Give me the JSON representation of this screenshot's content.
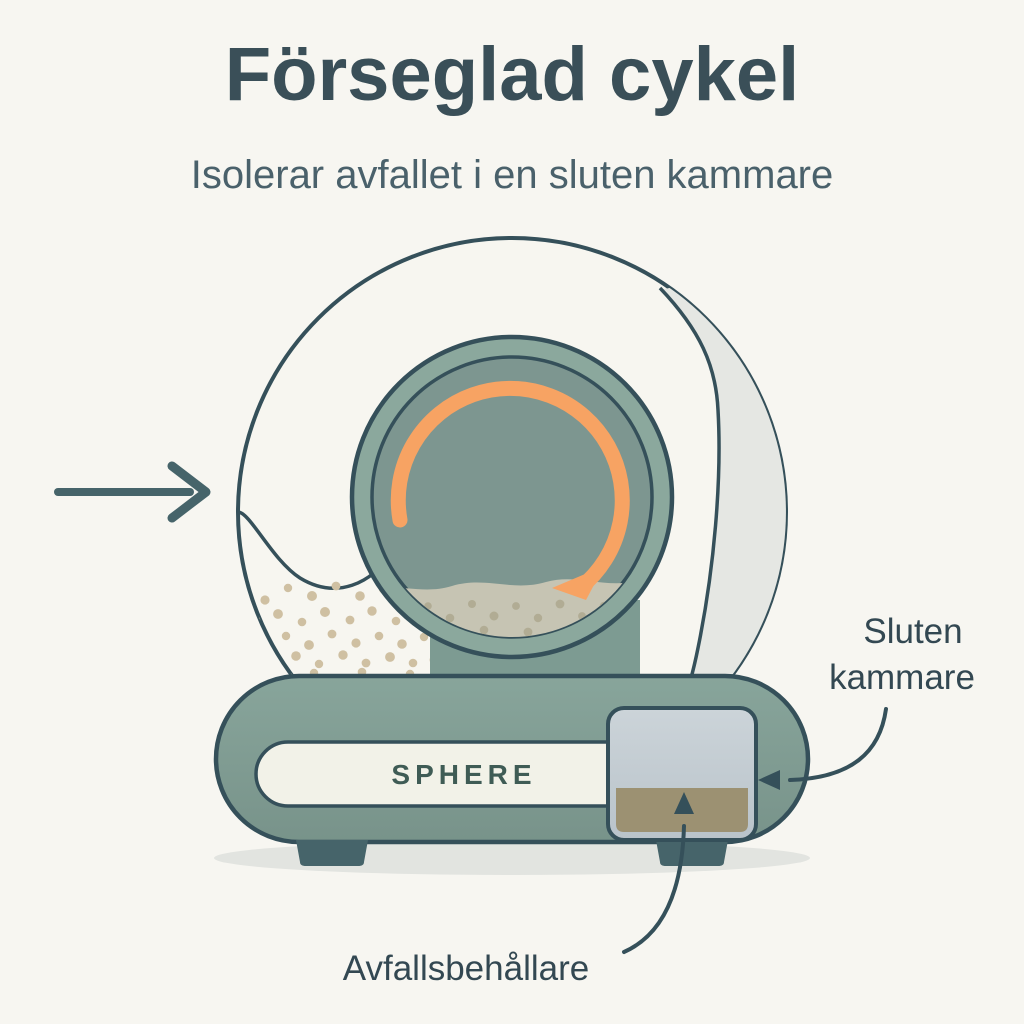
{
  "meta": {
    "background_color": "#f7f6f1",
    "ink_color": "#35505a",
    "accent_color": "#f7a363",
    "body_green": "#7d9b92",
    "drum_ring_green": "#8ba89d",
    "drum_inner_green": "#7d9690",
    "panel_cream": "#f2f2e8",
    "drawer_grey": "#c3ccd2",
    "waste_tan": "#9c9172",
    "litter_tan": "#cfc0a2",
    "shadow_grey": "#e2e4e0"
  },
  "header": {
    "title": "Förseglad cykel",
    "subtitle": "Isolerar avfallet i en sluten kammare"
  },
  "device": {
    "brand_label": "SPHERE",
    "parts": {
      "outer_shell": "outer-sphere-shell",
      "shaded_crescent": "sphere-shading-crescent",
      "drum_ring": "rotating-drum-ring",
      "drum_interior": "drum-interior",
      "waste_bed": "waste-bed",
      "litter_field": "litter-granules",
      "base_body": "base-body",
      "brand_panel": "brand-panel",
      "drawer": "waste-drawer",
      "drawer_fill": "drawer-waste-fill",
      "foot_left": "base-foot-left",
      "foot_right": "base-foot-right",
      "ground_shadow": "ground-shadow"
    }
  },
  "annotations": [
    {
      "id": "sealed-chamber",
      "line1": "Sluten",
      "line2": "kammare",
      "points_to": "waste-drawer",
      "arrow_direction": "left"
    },
    {
      "id": "waste-container",
      "line1": "Avfallsbehållare",
      "line2": "",
      "points_to": "drawer-waste-fill",
      "arrow_direction": "up"
    }
  ],
  "flow": {
    "inlet_arrow": "inlet-flow-arrow",
    "rotation_arrow": "rotation-cycle-arrow",
    "rotation_direction": "clockwise"
  }
}
